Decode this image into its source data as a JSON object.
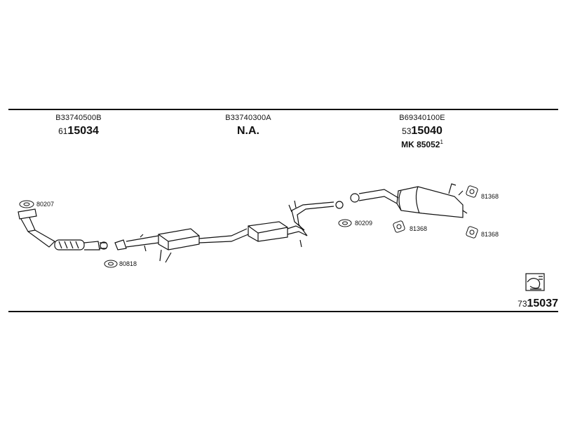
{
  "parts": [
    {
      "part_number": "B33740500B",
      "code_prefix": "61",
      "code_main": "15034"
    },
    {
      "part_number": "B33740300A",
      "code_text": "N.A."
    },
    {
      "part_number": "B69340100E",
      "code_prefix": "53",
      "code_main": "15040",
      "mk_text": "MK 85052",
      "mk_sup": "1"
    }
  ],
  "labels": {
    "l1": "80207",
    "l2": "80818",
    "l3": "80209",
    "l4": "81368",
    "l5": "81368",
    "l6": "81368"
  },
  "reference": {
    "prefix": "73",
    "main": "15037"
  }
}
